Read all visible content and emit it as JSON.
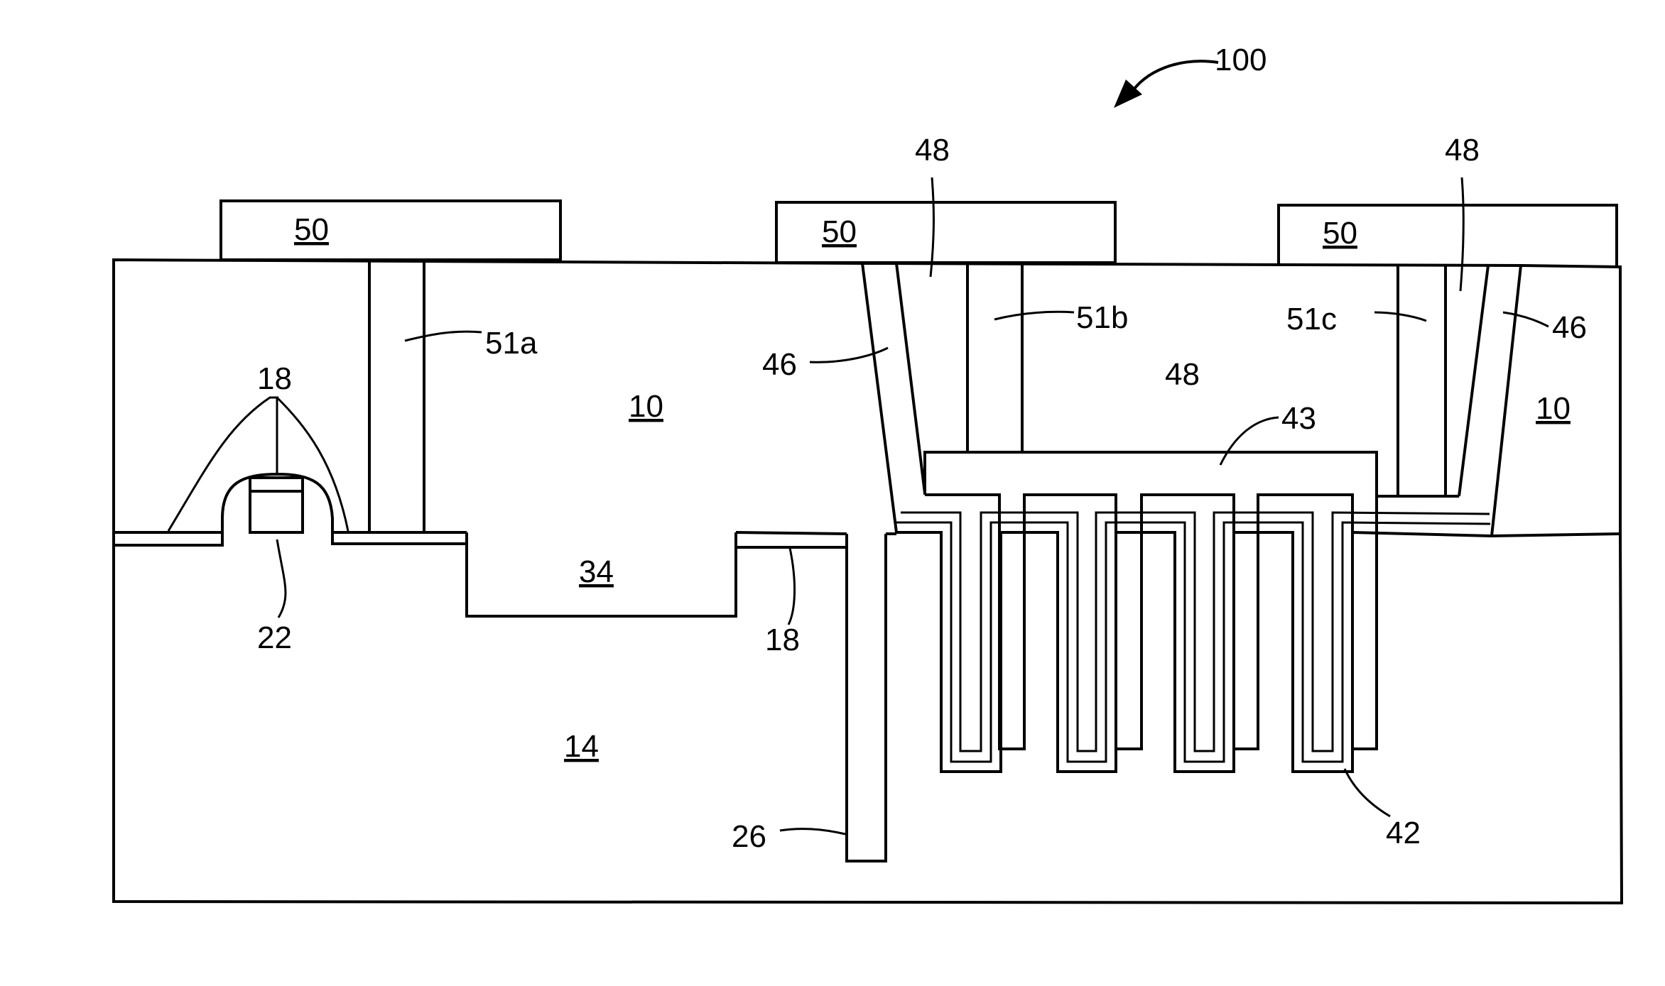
{
  "figure": {
    "ref": "100",
    "labels": {
      "l18_top": "18",
      "l22": "22",
      "l18_bottom": "18",
      "l51a": "51a",
      "l46_left": "46",
      "l48_top_left": "48",
      "l51b": "51b",
      "l48_center": "48",
      "l43": "43",
      "l51c": "51c",
      "l48_top_right": "48",
      "l46_right": "46",
      "l26": "26",
      "l42": "42"
    },
    "underlined": {
      "l50_a": "50",
      "l50_b": "50",
      "l50_c": "50",
      "l10_left": "10",
      "l10_right": "10",
      "l34": "34",
      "l14": "14"
    }
  }
}
